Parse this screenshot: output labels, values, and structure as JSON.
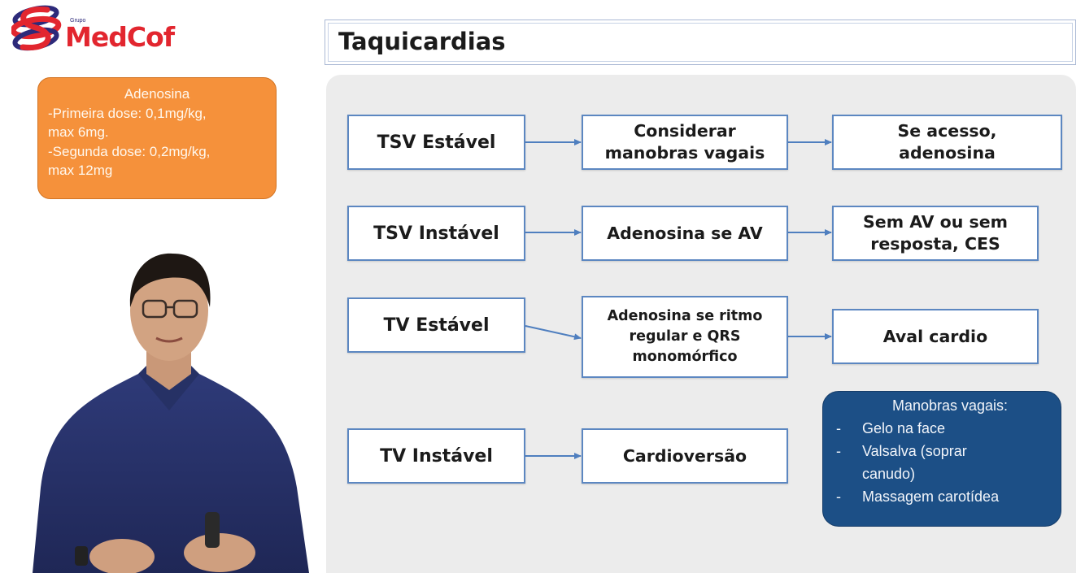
{
  "logo": {
    "brand": "MedCof",
    "group": "Grupo",
    "colors": {
      "red": "#e2262f",
      "navy": "#2d2a7a"
    }
  },
  "adenosina_note": {
    "title": "Adenosina",
    "lines": [
      "-Primeira dose: 0,1mg/kg,",
      "max 6mg.",
      "-Segunda dose: 0,2mg/kg,",
      "max 12mg"
    ],
    "color": "#f5913b"
  },
  "slide": {
    "title": "Taquicardias"
  },
  "flow": {
    "rows": [
      {
        "condition": [
          "TSV Estável"
        ],
        "step": [
          "Considerar",
          "manobras vagais"
        ],
        "outcome": [
          "Se acesso,",
          "adenosina"
        ]
      },
      {
        "condition": [
          "TSV Instável"
        ],
        "step": [
          "Adenosina se AV"
        ],
        "outcome": [
          "Sem AV ou sem",
          "resposta, CES"
        ]
      },
      {
        "condition": [
          "TV Estável"
        ],
        "step": [
          "Adenosina se ritmo",
          "regular e QRS",
          "monomórfico"
        ],
        "outcome": [
          "Aval cardio"
        ]
      },
      {
        "condition": [
          "TV Instável"
        ],
        "step": [
          "Cardioversão"
        ]
      }
    ],
    "box_border_color": "#5c87c1",
    "arrow_color": "#4f7fbf"
  },
  "vagal_note": {
    "title": "Manobras vagais:",
    "items": [
      "Gelo na face",
      "Valsalva (soprar",
      "canudo)",
      "Massagem carotídea"
    ],
    "item_dashes": [
      "-",
      "-",
      "",
      "-"
    ],
    "color": "#1c4f86"
  }
}
